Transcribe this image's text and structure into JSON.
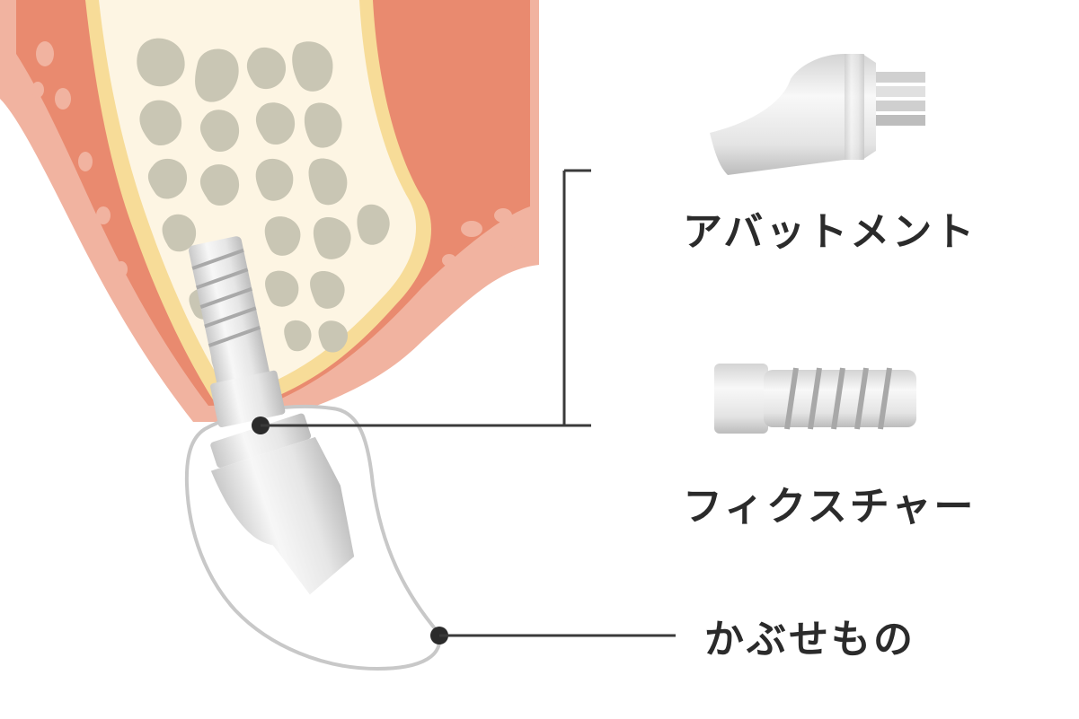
{
  "labels": {
    "abutment": "アバットメント",
    "fixture": "フィクスチャー",
    "crown": "かぶせもの"
  },
  "colors": {
    "gum_outer": "#f1b3a0",
    "gum_inner": "#e98a6f",
    "bone_fill": "#fdf5e3",
    "bone_edge": "#f7dc98",
    "bone_pores": "#c9c6b4",
    "card_bg": "#ededed",
    "text": "#2b2b2b",
    "leader_line": "#3a3a3a",
    "metal_light": "#f4f4f4",
    "metal_dark": "#bdbdbd"
  }
}
